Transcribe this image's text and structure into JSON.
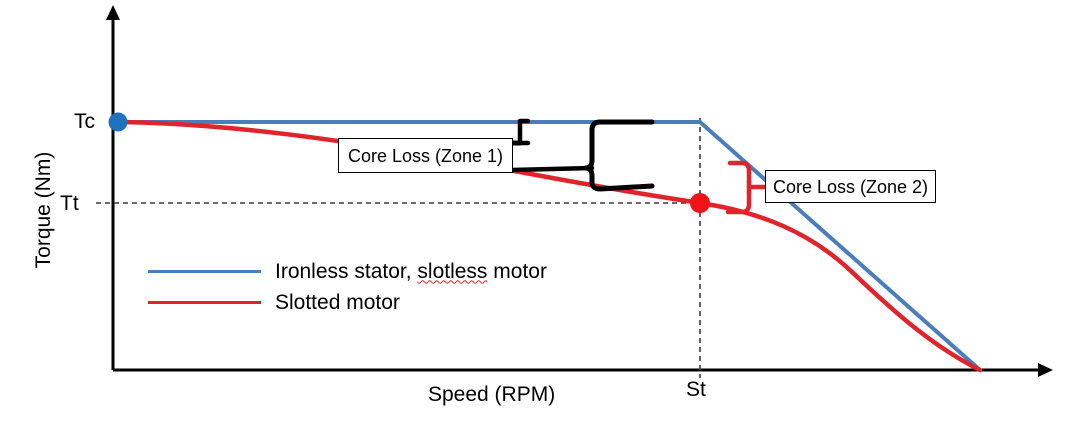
{
  "chart_data": {
    "type": "line",
    "title": "",
    "xlabel": "Speed (RPM)",
    "ylabel": "Torque (Nm)",
    "xlim": [
      0,
      1
    ],
    "ylim": [
      0,
      1
    ],
    "grid": false,
    "legend_position": "center-left",
    "axis_ticks": {
      "y": [
        {
          "label": "Tc",
          "note": "continuous torque, top of flat region"
        },
        {
          "label": "Tt",
          "note": "transition torque at speed St"
        }
      ],
      "x": [
        {
          "label": "St",
          "note": "transition speed where core loss zone changes"
        }
      ]
    },
    "series": [
      {
        "name": "Ironless stator, slotless motor",
        "color": "#4A7EBB",
        "points": [
          {
            "x": 0.0,
            "y": 1.0
          },
          {
            "x": 0.675,
            "y": 1.0
          },
          {
            "x": 1.0,
            "y": 0.0
          }
        ],
        "shape": "flat continuous-torque plateau at Tc up to St, then linear fall to zero speed-torque limit"
      },
      {
        "name": "Slotted motor",
        "color": "#E0242B",
        "points": [
          {
            "x": 0.0,
            "y": 1.0
          },
          {
            "x": 0.22,
            "y": 0.975
          },
          {
            "x": 0.45,
            "y": 0.875
          },
          {
            "x": 0.675,
            "y": 0.765
          },
          {
            "x": 0.8,
            "y": 0.66
          },
          {
            "x": 0.88,
            "y": 0.5
          },
          {
            "x": 1.0,
            "y": 0.0
          }
        ],
        "shape": "starts at Tc, droops continuously from core loss, passes Tt at St, then converges onto the blue limit line"
      }
    ],
    "markers": [
      {
        "name": "continuous-torque-point",
        "label": "Tc",
        "x": 0.0,
        "y": 1.0,
        "color": "#1F72C0"
      },
      {
        "name": "transition-point",
        "label": "Tt at St",
        "x": 0.675,
        "y": 0.765,
        "color": "#F21318"
      }
    ],
    "reference_lines": [
      {
        "name": "tt-horizontal",
        "orientation": "horizontal",
        "value": "Tt",
        "style": "dashed"
      },
      {
        "name": "st-vertical",
        "orientation": "vertical",
        "value": "St",
        "style": "dashed"
      }
    ],
    "annotations": [
      {
        "name": "core-loss-zone-1",
        "text": "Core Loss (Zone 1)",
        "color": "#000000",
        "describes": "vertical gap between the blue plateau and the drooping red curve before St"
      },
      {
        "name": "core-loss-zone-2",
        "text": "Core Loss (Zone 2)",
        "color": "#E0242B",
        "describes": "vertical gap between the blue falling line and the red curve just after St"
      }
    ]
  },
  "axes": {
    "y_title": "Torque (Nm)",
    "x_title": "Speed (RPM)",
    "y_tick_tc": "Tc",
    "y_tick_tt": "Tt",
    "x_tick_st": "St"
  },
  "legend": {
    "items": [
      {
        "label_full": "Ironless stator, slotless motor",
        "label_pre": "Ironless stator, ",
        "label_misspelled": "slotless",
        "label_post": " motor",
        "color": "#4A7EBB"
      },
      {
        "label_full": "Slotted motor",
        "label_pre": "Slotted motor",
        "label_misspelled": "",
        "label_post": "",
        "color": "#E0242B"
      }
    ]
  },
  "callouts": {
    "zone1": "Core Loss (Zone 1)",
    "zone2": "Core Loss (Zone 2)"
  },
  "colors": {
    "blue_curve": "#4A7EBB",
    "red_curve": "#E0242B",
    "blue_marker": "#1F72C0",
    "red_marker": "#F21318",
    "axis": "#000000",
    "annotation_black": "#000000",
    "annotation_red": "#E0242B"
  }
}
